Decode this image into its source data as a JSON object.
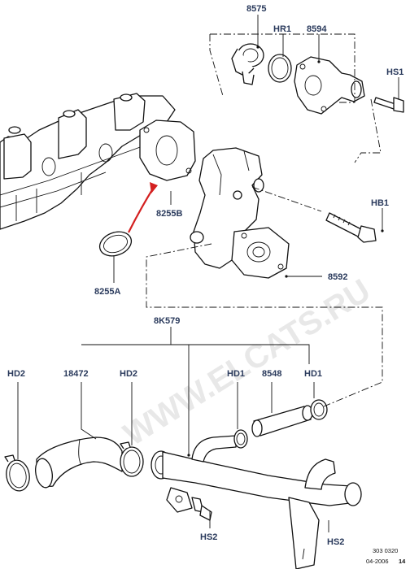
{
  "callouts": {
    "c8575": "8575",
    "hr1": "HR1",
    "c8594": "8594",
    "hs1": "HS1",
    "hb1": "HB1",
    "c8255b": "8255B",
    "c8255a": "8255A",
    "c8592": "8592",
    "c8k579": "8K579",
    "hd2_left": "HD2",
    "c18472": "18472",
    "hd2_mid": "HD2",
    "hd1_left": "HD1",
    "c8548": "8548",
    "hd1_right": "HD1",
    "hs2_left": "HS2",
    "hs2_right": "HS2"
  },
  "footer": {
    "code": "303 0320",
    "date": "04-2006",
    "page": "14"
  },
  "watermark": "WWW.ELCATS.RU",
  "colors": {
    "callout_text": "#2a3a5c",
    "arrow": "#d42020",
    "line": "#111111"
  }
}
